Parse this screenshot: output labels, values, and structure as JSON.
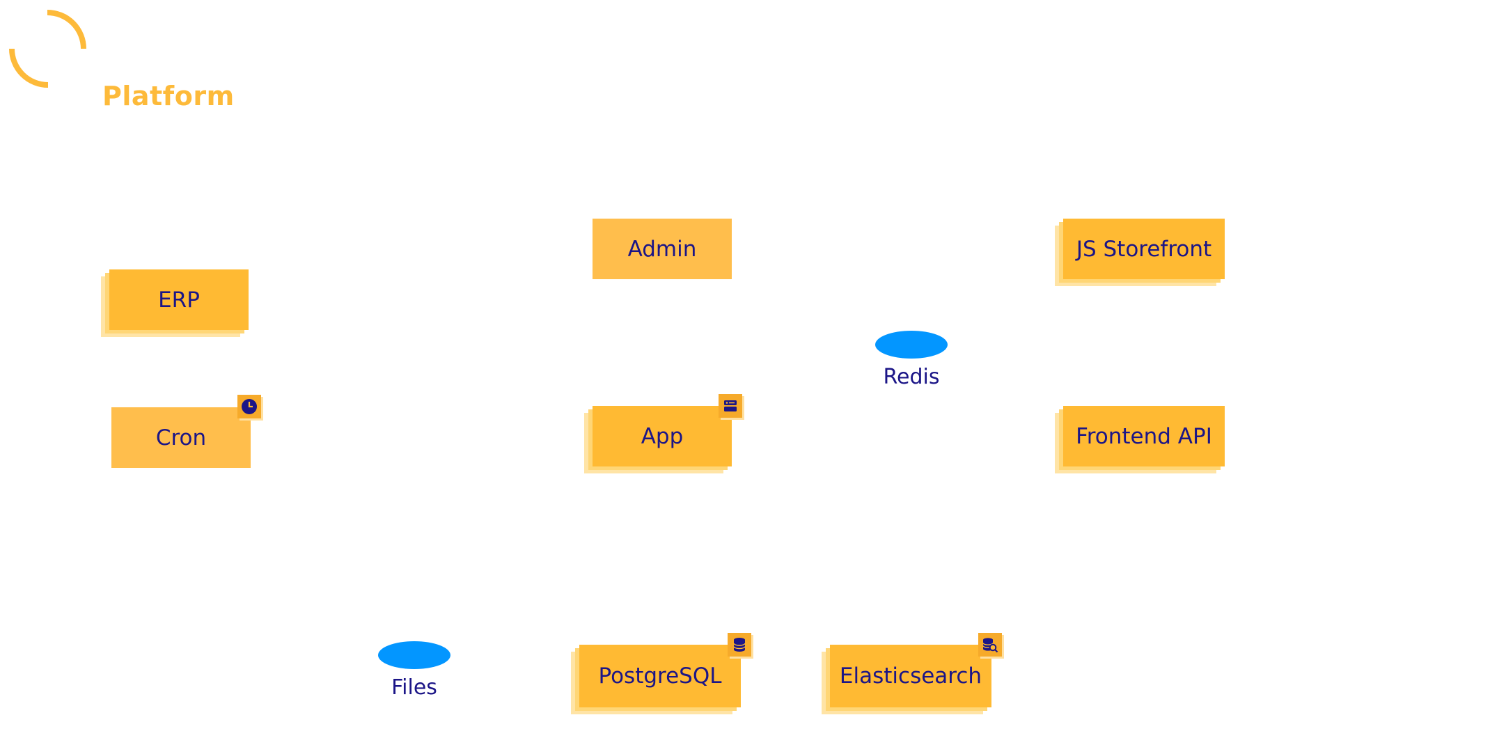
{
  "title": "Platform",
  "colors": {
    "accent": "#fdba3a",
    "node_fill": "#ffba33",
    "node_shadow": "#ffe4a6",
    "text": "#1b1587",
    "datastore": "#0396ff"
  },
  "nodes": {
    "erp": {
      "label": "ERP"
    },
    "cron": {
      "label": "Cron",
      "icon": "clock-icon"
    },
    "admin": {
      "label": "Admin"
    },
    "app": {
      "label": "App",
      "icon": "server-icon"
    },
    "js_storefront": {
      "label": "JS Storefront"
    },
    "frontend_api": {
      "label": "Frontend API"
    },
    "postgresql": {
      "label": "PostgreSQL",
      "icon": "database-icon"
    },
    "elasticsearch": {
      "label": "Elasticsearch",
      "icon": "database-search-icon"
    }
  },
  "datastores": {
    "redis": {
      "label": "Redis"
    },
    "files": {
      "label": "Files"
    }
  }
}
